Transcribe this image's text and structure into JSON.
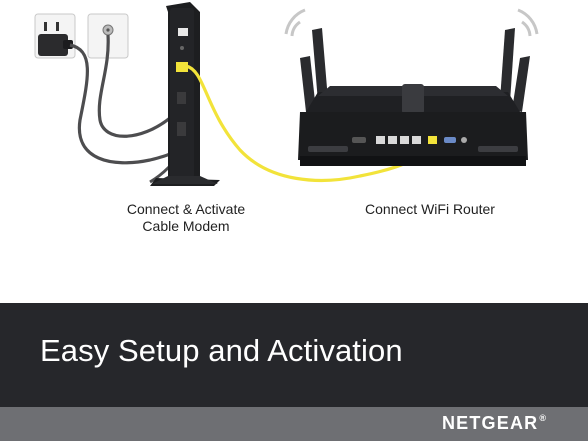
{
  "captions": {
    "modem_line1": "Connect & Activate",
    "modem_line2": "Cable Modem",
    "router": "Connect WiFi Router"
  },
  "banner": {
    "title": "Easy Setup and Activation"
  },
  "footer": {
    "brand": "NETGEAR",
    "brand_mark": "®"
  },
  "colors": {
    "cable_yellow": "#f2e33a",
    "cable_gray": "#4d4d4f",
    "banner_bg": "#26272b",
    "footer_bg": "#6e6f73",
    "device_black": "#1b1c1e"
  },
  "icons": [
    "power-outlet-icon",
    "coax-wall-plate-icon",
    "wifi-signal-icon"
  ]
}
